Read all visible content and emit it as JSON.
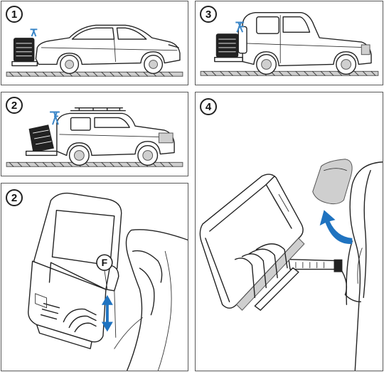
{
  "steps": [
    {
      "label": "1"
    },
    {
      "label": "3"
    },
    {
      "label": "2"
    },
    {
      "label": "4"
    },
    {
      "label": "2"
    }
  ],
  "callout_f": "F",
  "colors": {
    "accent_blue": "#1f73c0",
    "line": "#222222",
    "frame": "#5a5a5a"
  }
}
